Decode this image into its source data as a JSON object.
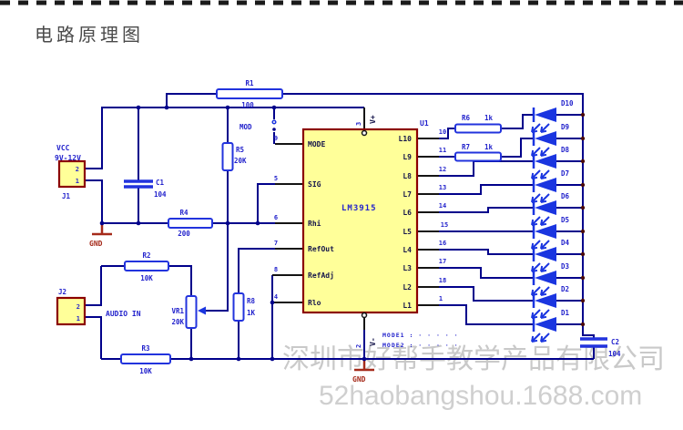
{
  "page": {
    "title": "电路原理图"
  },
  "watermark": {
    "line1": "深圳市好帮手教学产品有限公司",
    "line2": "52haobangshou.1688.com"
  },
  "ic": {
    "designator": "U1",
    "part_number": "LM3915",
    "left_pins": [
      {
        "num": "9",
        "name": "MODE"
      },
      {
        "num": "5",
        "name": "SIG"
      },
      {
        "num": "6",
        "name": "Rhi"
      },
      {
        "num": "7",
        "name": "RefOut"
      },
      {
        "num": "8",
        "name": "RefAdj"
      },
      {
        "num": "4",
        "name": "Rlo"
      }
    ],
    "right_pins": [
      {
        "num": "10",
        "name": "L10"
      },
      {
        "num": "11",
        "name": "L9"
      },
      {
        "num": "12",
        "name": "L8"
      },
      {
        "num": "13",
        "name": "L7"
      },
      {
        "num": "14",
        "name": "L6"
      },
      {
        "num": "15",
        "name": "L5"
      },
      {
        "num": "16",
        "name": "L4"
      },
      {
        "num": "17",
        "name": "L3"
      },
      {
        "num": "18",
        "name": "L2"
      },
      {
        "num": "1",
        "name": "L1"
      }
    ],
    "top_pin": {
      "num": "3",
      "name": "V+"
    },
    "bottom_pin": {
      "num": "2",
      "name": "V-"
    }
  },
  "connectors": {
    "j1": {
      "designator": "J1",
      "pin2": "2",
      "pin1": "1",
      "label_line1": "VCC",
      "label_line2": "9V-12V"
    },
    "j2": {
      "designator": "J2",
      "pin2": "2",
      "pin1": "1",
      "signal_label": "AUDIO IN"
    }
  },
  "resistors": {
    "r1": {
      "ref": "R1",
      "value": "100"
    },
    "r2": {
      "ref": "R2",
      "value": "10K"
    },
    "r3": {
      "ref": "R3",
      "value": "10K"
    },
    "r4": {
      "ref": "R4",
      "value": "200"
    },
    "r5": {
      "ref": "R5",
      "value": "20K"
    },
    "r6": {
      "ref": "R6",
      "value": "1k"
    },
    "r7": {
      "ref": "R7",
      "value": "1k"
    },
    "r8": {
      "ref": "R8",
      "value": "1K"
    },
    "vr1": {
      "ref": "VR1",
      "value": "20K"
    }
  },
  "capacitors": {
    "c1": {
      "ref": "C1",
      "value": "104"
    },
    "c2": {
      "ref": "C2",
      "value": "104"
    }
  },
  "leds": [
    "D10",
    "D9",
    "D8",
    "D7",
    "D6",
    "D5",
    "D4",
    "D3",
    "D2",
    "D1"
  ],
  "labels": {
    "gnd1": "GND",
    "gnd2": "GND",
    "mod_jumper": "MOD",
    "mode_note_line1": "MODE1 : · · · · ·",
    "mode_note_line2": "MODE2 : · · · · ·"
  },
  "colors": {
    "wire": "#00008B",
    "component": "#2233DD",
    "led": "#1A35E0",
    "label": "#2222CC",
    "icfill": "#FFFF99",
    "icborder": "#8B0000",
    "ground": "#A52A1A",
    "watermark": "#C9C9C9",
    "title": "#4A4A4A"
  }
}
